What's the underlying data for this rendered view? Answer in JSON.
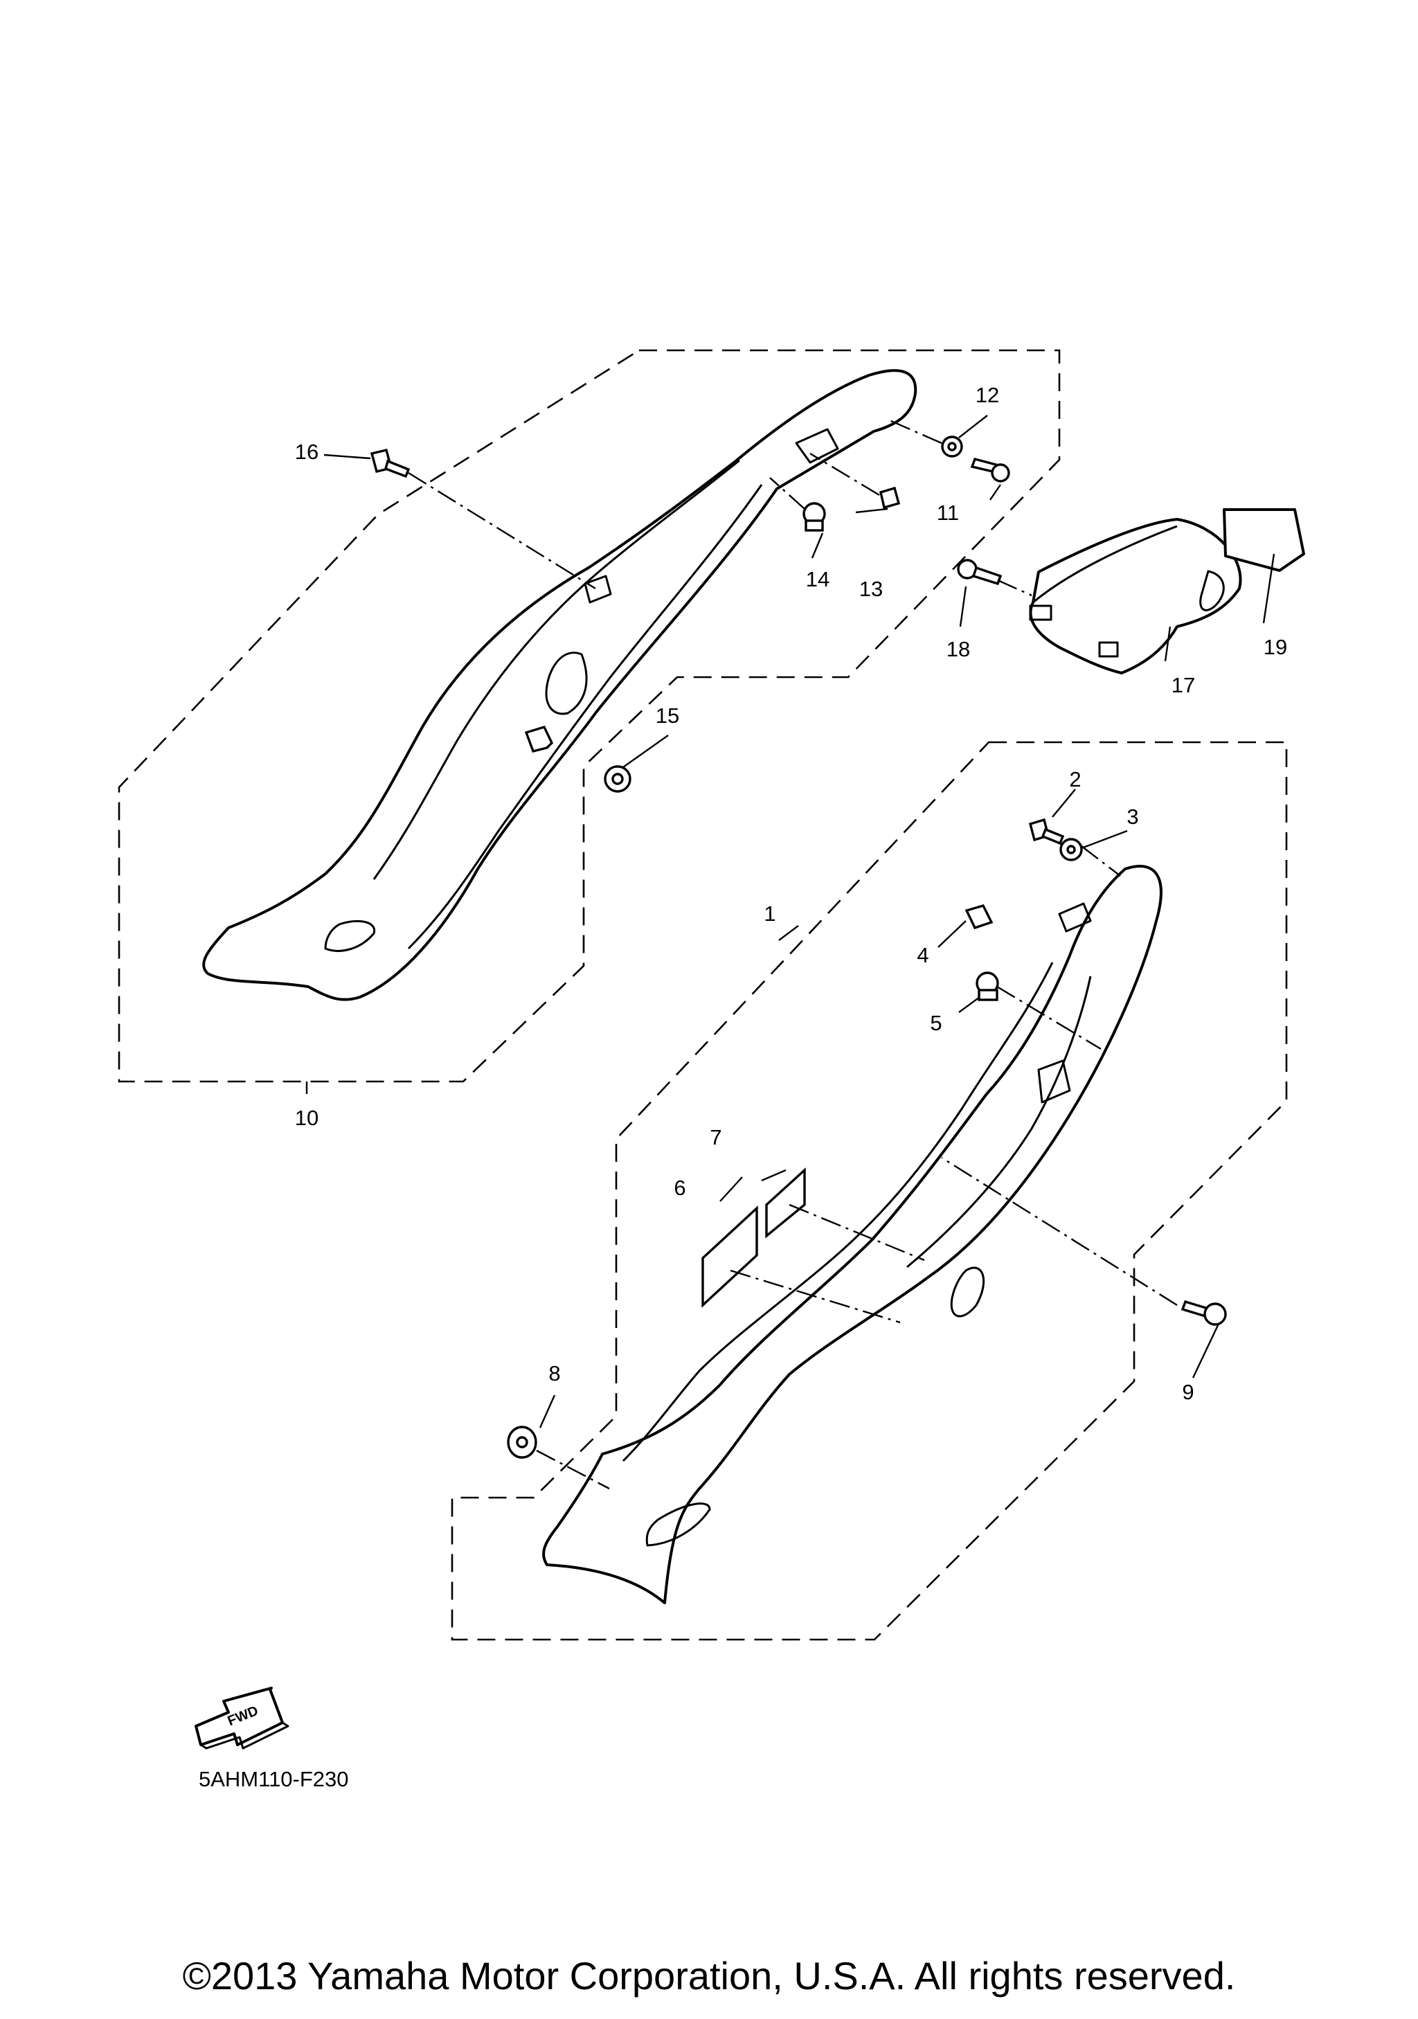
{
  "diagram": {
    "code": "5AHM110-F230",
    "fwd_label": "FWD",
    "copyright": "©2013 Yamaha Motor Corporation, U.S.A. All rights reserved.",
    "callouts": [
      "1",
      "2",
      "3",
      "4",
      "5",
      "6",
      "7",
      "8",
      "9",
      "10",
      "11",
      "12",
      "13",
      "14",
      "15",
      "16",
      "17",
      "18",
      "19"
    ]
  }
}
